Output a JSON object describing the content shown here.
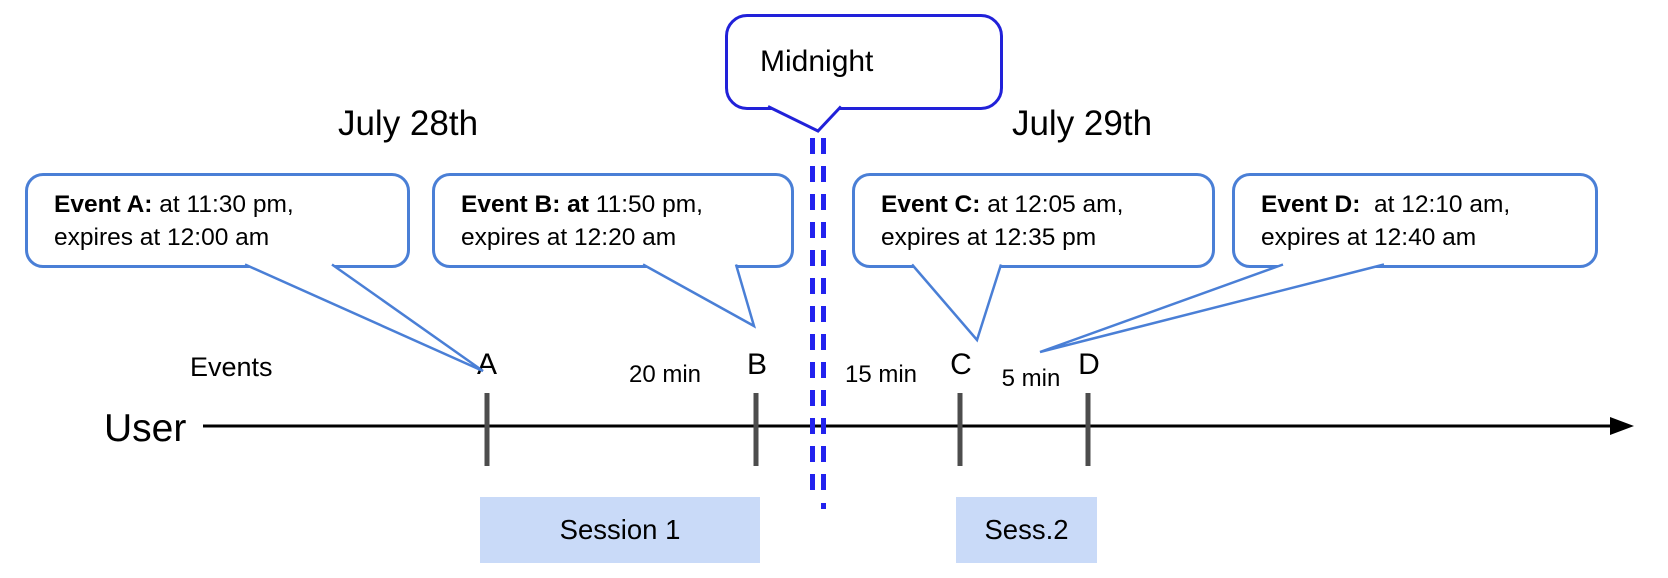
{
  "colors": {
    "accent": "#4a7fd6",
    "midnight": "#2121d9",
    "dash": "#2222ee",
    "session": "#c9daf8",
    "tick": "#4d4d4d",
    "timeline": "#000000"
  },
  "dates": {
    "left": "July 28th",
    "right": "July 29th"
  },
  "midnight": {
    "label": "Midnight"
  },
  "axis": {
    "events_label": "Events",
    "user_label": "User"
  },
  "bubbles": [
    {
      "event": "A",
      "bold": "Event A:",
      "rest": " at 11:30 pm,",
      "line2": "expires at 12:00 am"
    },
    {
      "event": "B",
      "bold": "Event B: at",
      "rest": " 11:50 pm,",
      "line2": "expires at 12:20 am"
    },
    {
      "event": "C",
      "bold": "Event C:",
      "rest": " at 12:05 am,",
      "line2": "expires at 12:35 pm"
    },
    {
      "event": "D",
      "bold": "Event D:",
      "rest": "  at 12:10 am,",
      "line2": "expires at 12:40 am"
    }
  ],
  "timeline": {
    "ticks": [
      {
        "label": "A"
      },
      {
        "label": "B"
      },
      {
        "label": "C"
      },
      {
        "label": "D"
      }
    ],
    "intervals": [
      {
        "label": "20 min"
      },
      {
        "label": "15 min"
      },
      {
        "label": "5 min"
      }
    ]
  },
  "sessions": [
    {
      "label": "Session 1"
    },
    {
      "label": "Sess.2"
    }
  ]
}
